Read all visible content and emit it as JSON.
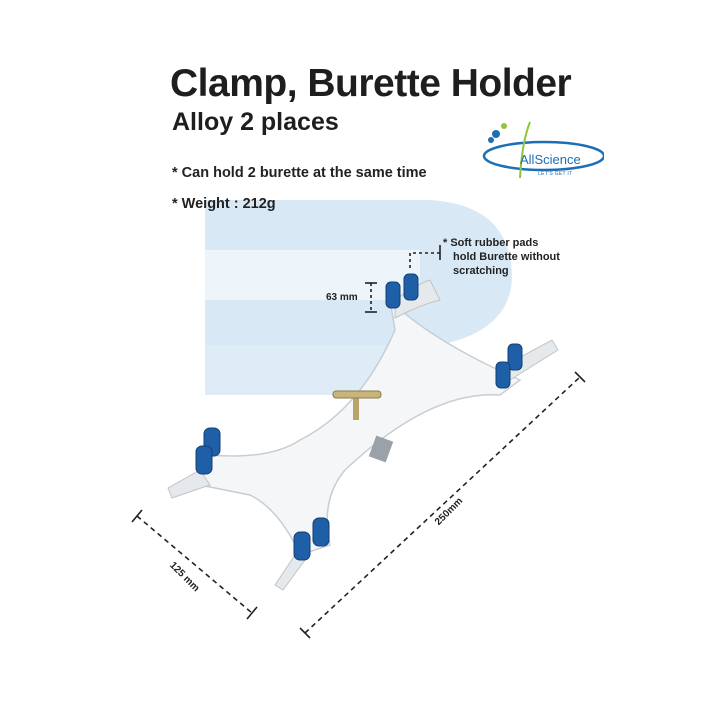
{
  "title": "Clamp, Burette Holder",
  "subtitle": "Alloy 2 places",
  "features": [
    "* Can hold 2 burette at the same time",
    "* Weight : 212g"
  ],
  "note": {
    "line1": "* Soft rubber pads",
    "line2": "hold Burette without",
    "line3": "scratching"
  },
  "dimensions": {
    "height": "63 mm",
    "width": "125 mm",
    "length": "250mm"
  },
  "logo": {
    "brand": "AllScience",
    "tagline": "LET'S GET IT"
  },
  "colors": {
    "watermark": "#cfe4f4",
    "pad_blue": "#1f5fa8",
    "logo_blue": "#1c6fb5",
    "logo_green": "#8cc63f"
  }
}
